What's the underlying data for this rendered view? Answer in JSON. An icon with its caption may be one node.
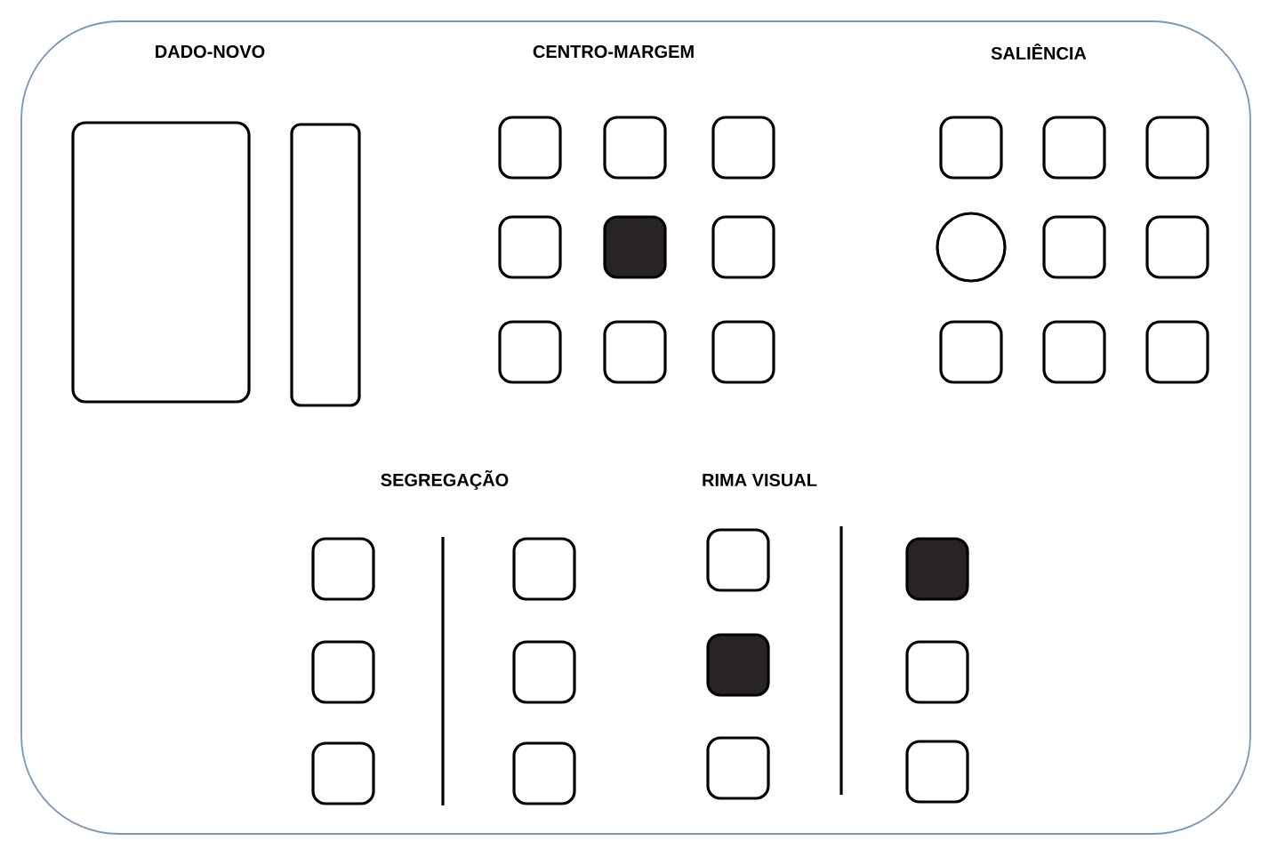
{
  "diagram": {
    "labels": [
      "DADO-NOVO",
      "CENTRO-MARGEM",
      "SALIÊNCIA",
      "SEGREGAÇÃO",
      "RIMA VISUAL"
    ]
  }
}
